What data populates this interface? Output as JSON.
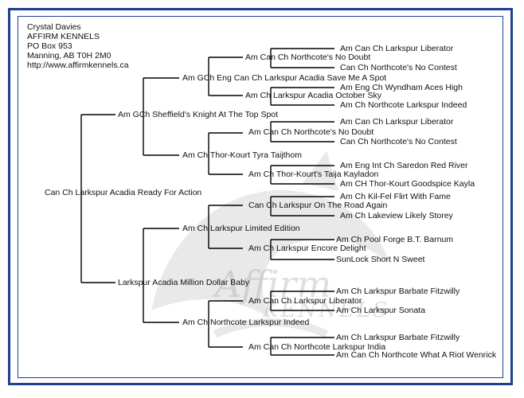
{
  "contact": {
    "name": "Crystal Davies",
    "kennel": "AFFIRM KENNELS",
    "po_box": "PO Box 953",
    "city": "Manning, AB T0H 2M0",
    "url": "http://www.affirmkennels.ca"
  },
  "watermark": {
    "line1": "Affirm",
    "line2": "KENNELS"
  },
  "pedigree": {
    "subject": "Can Ch Larkspur Acadia Ready For Action",
    "sire": "Am GCh Sheffield's Knight At The Top Spot",
    "dam": "Larkspur Acadia Million Dollar Baby",
    "ss": "Am GCh Eng Can Ch Larkspur Acadia Save Me A Spot",
    "sd": "Am Ch Thor-Kourt Tyra Taijthom",
    "ds": "Am Ch Larkspur Limited Edition",
    "dd": "Am Ch Northcote Larkspur Indeed",
    "sss": "Am Can Ch Northcote's No  Doubt",
    "ssd": "Am Ch Larkspur Acadia October Sky",
    "sds": "Am Can Ch Northcote's No  Doubt",
    "sdd": "Am Ch Thor-Kourt's Taija Kayladon",
    "dss": "Can Ch Larkspur On The Road Again",
    "dsd": "Am Ch Larkspur Encore Delight",
    "dds": "Am Can Ch Larkspur Liberator",
    "ddd": "Am Can Ch Northcote Larkspur India",
    "ssss": "Am Can Ch Larkspur Liberator",
    "sssd": "Can Ch Northcote's No Contest",
    "ssds": "Am Eng Ch Wyndham Aces High",
    "ssdd": "Am Ch Northcote Larkspur Indeed",
    "sdss": "Am Can Ch Larkspur Liberator",
    "sdsd": "Can Ch Northcote's No Contest",
    "sdds": "Am Eng Int Ch Saredon Red River",
    "sddd": "Am CH Thor-Kourt Goodspice Kayla",
    "dsss": "Am Ch Kil-Fel Flirt With Fame",
    "dssd": "Am Ch Lakeview Likely Storey",
    "dsds": "Am Ch Pool Forge B.T. Barnum",
    "dsdd": "SunLock Short N Sweet",
    "ddss": "Am Ch Larkspur Barbate Fitzwilly",
    "ddsd": "Am Ch Larkspur Sonata",
    "ddds": "Am Ch Larkspur Barbate Fitzwilly",
    "dddd": "Am Can Ch Northcote What A Riot Wenrick"
  },
  "colors": {
    "frame": "#1f3f8f",
    "line": "#000000"
  }
}
